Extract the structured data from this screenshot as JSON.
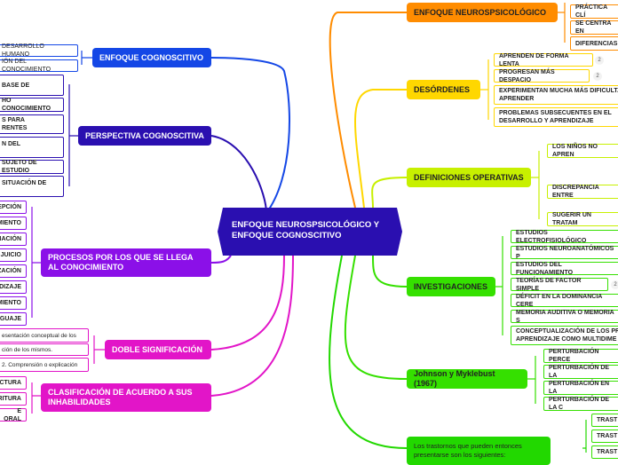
{
  "center": {
    "title": "ENFOQUE NEUROSPSICOLÓGICO Y ENFOQUE COGNOSCITIVO"
  },
  "left": {
    "enfoque_cognoscitivo": {
      "label": "ENFOQUE COGNOSCITIVO",
      "items": [
        "DESARROLLO HUMANO",
        "IÓN DEL CONOCIMIENTO"
      ]
    },
    "perspectiva": {
      "label": "PERSPECTIVA COGNOSCITIVA",
      "items": [
        "BASE DE",
        "HO CONOCIMIENTO",
        "S PARA\nRENTES",
        "N DEL",
        "SUJETO DE ESTUDIO",
        "SITUACIÓN DE"
      ]
    },
    "procesos": {
      "label": "PROCESOS POR LOS QUE SE LLEGA AL CONOCIMIENTO",
      "items": [
        "EPCIÓN",
        "MIENTO",
        "INACIÓN",
        "JUICIO",
        "ZACIÓN",
        "NDIZAJE",
        "MIENTO",
        "GUAJE"
      ]
    },
    "doble": {
      "label": "DOBLE SIGNIFICACIÓN",
      "items": [
        "esentación conceptual de los",
        "ción de los mismos.",
        "2. Comprensión o explicación"
      ]
    },
    "clasificacion": {
      "label": "CLASIFICACIÓN DE ACUERDO A SUS INHABILIDADES",
      "items": [
        "CTURA",
        "RITURA",
        "E ORAL"
      ]
    }
  },
  "right": {
    "enfoque_neuro": {
      "label": "ENFOQUE NEUROSPSICOLÓGICO",
      "items": [
        "PRÁCTICA CLÍ",
        "SE CENTRA EN",
        "DIFERENCIAS"
      ]
    },
    "desordenes": {
      "label": "DESÓRDENES",
      "items": [
        "APRENDEN DE FORMA LENTA",
        "PROGRESAN MÁS DESPACIO",
        "EXPERIMENTAN MUCHA MÁS DIFICULTA\nAPRENDER",
        "PROBLEMAS SUBSECUENTES EN EL\nDESARROLLO Y APRENDIZAJE"
      ],
      "badges": [
        "2",
        "2"
      ]
    },
    "definiciones": {
      "label": "DEFINICIONES OPERATIVAS",
      "items": [
        "LOS NIÑOS NO APREN",
        "DISCREPANCIA ENTRE",
        "SUGERIR UN TRATAM"
      ]
    },
    "investigaciones": {
      "label": "INVESTIGACIONES",
      "items": [
        "ESTUDIOS ELECTROFISIOLÓGICO",
        "ESTUDIOS NEUROANATÓMICOS P",
        "ESTUDIOS DEL FUNCIONAMIENTO",
        "TEORÍAS DE FACTOR SIMPLE",
        "DÉFICIT EN LA DOMINANCIA CERE",
        "MEMORIA AUDITIVA O MEMORIA S",
        "CONCEPTUALIZACIÓN DE LOS PR\nAPRENDIZAJE COMO MULTIDIME"
      ],
      "badges": [
        "2"
      ]
    },
    "johnson": {
      "label": "Johnson y Myklebust (1967)",
      "items": [
        "PERTURBACIÓN PERCE",
        "PERTURBACIÓN DE LA",
        "PERTURBACIÓN EN LA",
        "PERTURBACIÓN DE LA C"
      ]
    },
    "trastornos": {
      "label": "Los trastornos que pueden entonces presentarse son los siguientes:",
      "items": [
        "TRAST",
        "TRAST",
        "TRAST"
      ]
    }
  },
  "colors": {
    "center": "#2a0fb0",
    "blue": "#1447e6",
    "purple": "#8b10e8",
    "magenta": "#e215c8",
    "orange": "#ff8c00",
    "yellow": "#ffd700",
    "lime": "#c7f000",
    "green": "#35e000"
  }
}
